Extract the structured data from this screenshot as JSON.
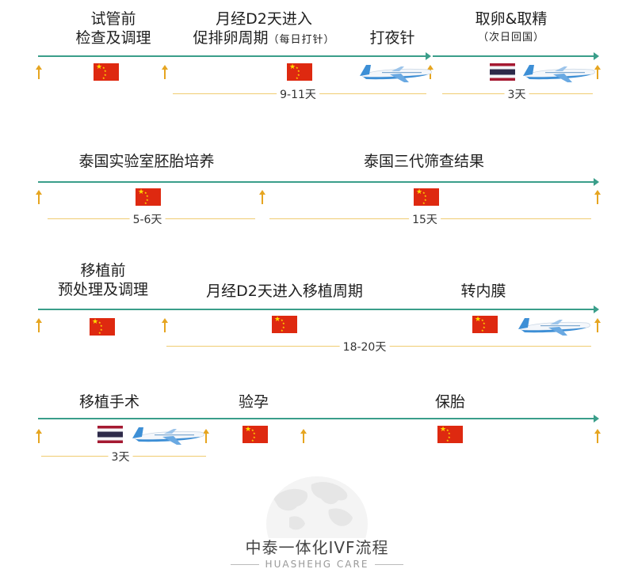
{
  "row1": {
    "step1": {
      "line1": "试管前",
      "line2": "检查及调理"
    },
    "step2": {
      "line1": "月经D2天进入",
      "line2": "促排卵周期",
      "note": "（每日打针）"
    },
    "step3": {
      "line1": "打夜针"
    },
    "step4": {
      "line1": "取卵&取精",
      "note": "（次日回国）"
    },
    "dur1": "9-11天",
    "dur2": "3天"
  },
  "row2": {
    "step1": "泰国实验室胚胎培养",
    "step2": "泰国三代筛查结果",
    "dur1": "5-6天",
    "dur2": "15天"
  },
  "row3": {
    "step1": {
      "line1": "移植前",
      "line2": "预处理及调理"
    },
    "step2": "月经D2天进入移植周期",
    "step3": "转内膜",
    "dur1": "18-20天"
  },
  "row4": {
    "step1": "移植手术",
    "step2": "验孕",
    "step3": "保胎",
    "dur1": "3天"
  },
  "footer": {
    "title": "中泰一体化IVF流程",
    "subtitle": "HUASHEHG CARE"
  },
  "colors": {
    "timeline": "#3a9e8a",
    "arrow": "#e6a520",
    "duration_line": "#f0cc70",
    "china_red": "#de2910",
    "plane_blue": "#3d8fd6"
  }
}
